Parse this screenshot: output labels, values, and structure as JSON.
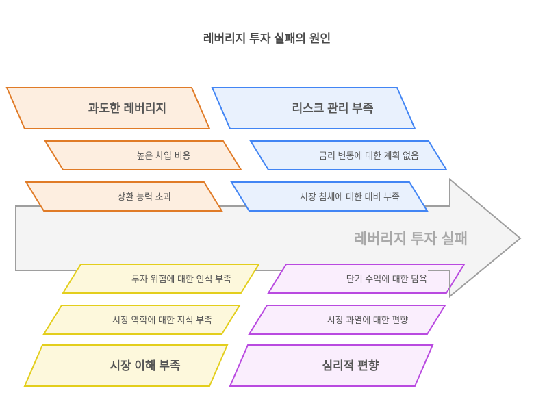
{
  "title": "레버리지 투자 실패의 원인",
  "spine": {
    "label": "레버리지 투자 실패",
    "fill": "#f4f4f4",
    "stroke": "#9e9e9e",
    "text_color": "#a8a8a8"
  },
  "background": "#ffffff",
  "title_color": "#4a4a4a",
  "categories": [
    {
      "id": "excessive-leverage",
      "header": "과도한 레버리지",
      "position": "top-left",
      "fill": "#fdeee0",
      "stroke": "#e07b27",
      "text_color": "#e08a3c",
      "items": [
        "높은 차입 비용",
        "상환 능력 초과"
      ]
    },
    {
      "id": "risk-management",
      "header": "리스크 관리 부족",
      "position": "top-right",
      "fill": "#e9f1fd",
      "stroke": "#4285f4",
      "text_color": "#5b90e8",
      "items": [
        "금리 변동에 대한 계획 없음",
        "시장 침체에 대한 대비 부족"
      ]
    },
    {
      "id": "market-understanding",
      "header": "시장 이해 부족",
      "position": "bottom-left",
      "fill": "#fdf8dc",
      "stroke": "#e3ce1c",
      "text_color": "#d4c01c",
      "items": [
        "투자 위험에 대한 인식 부족",
        "시장 역학에 대한 지식 부족"
      ]
    },
    {
      "id": "psychological-bias",
      "header": "심리적 편향",
      "position": "bottom-right",
      "fill": "#faeefd",
      "stroke": "#b94ae0",
      "text_color": "#c06ae0",
      "items": [
        "단기 수익에 대한 탐욕",
        "시장 과열에 대한 편향"
      ]
    }
  ]
}
